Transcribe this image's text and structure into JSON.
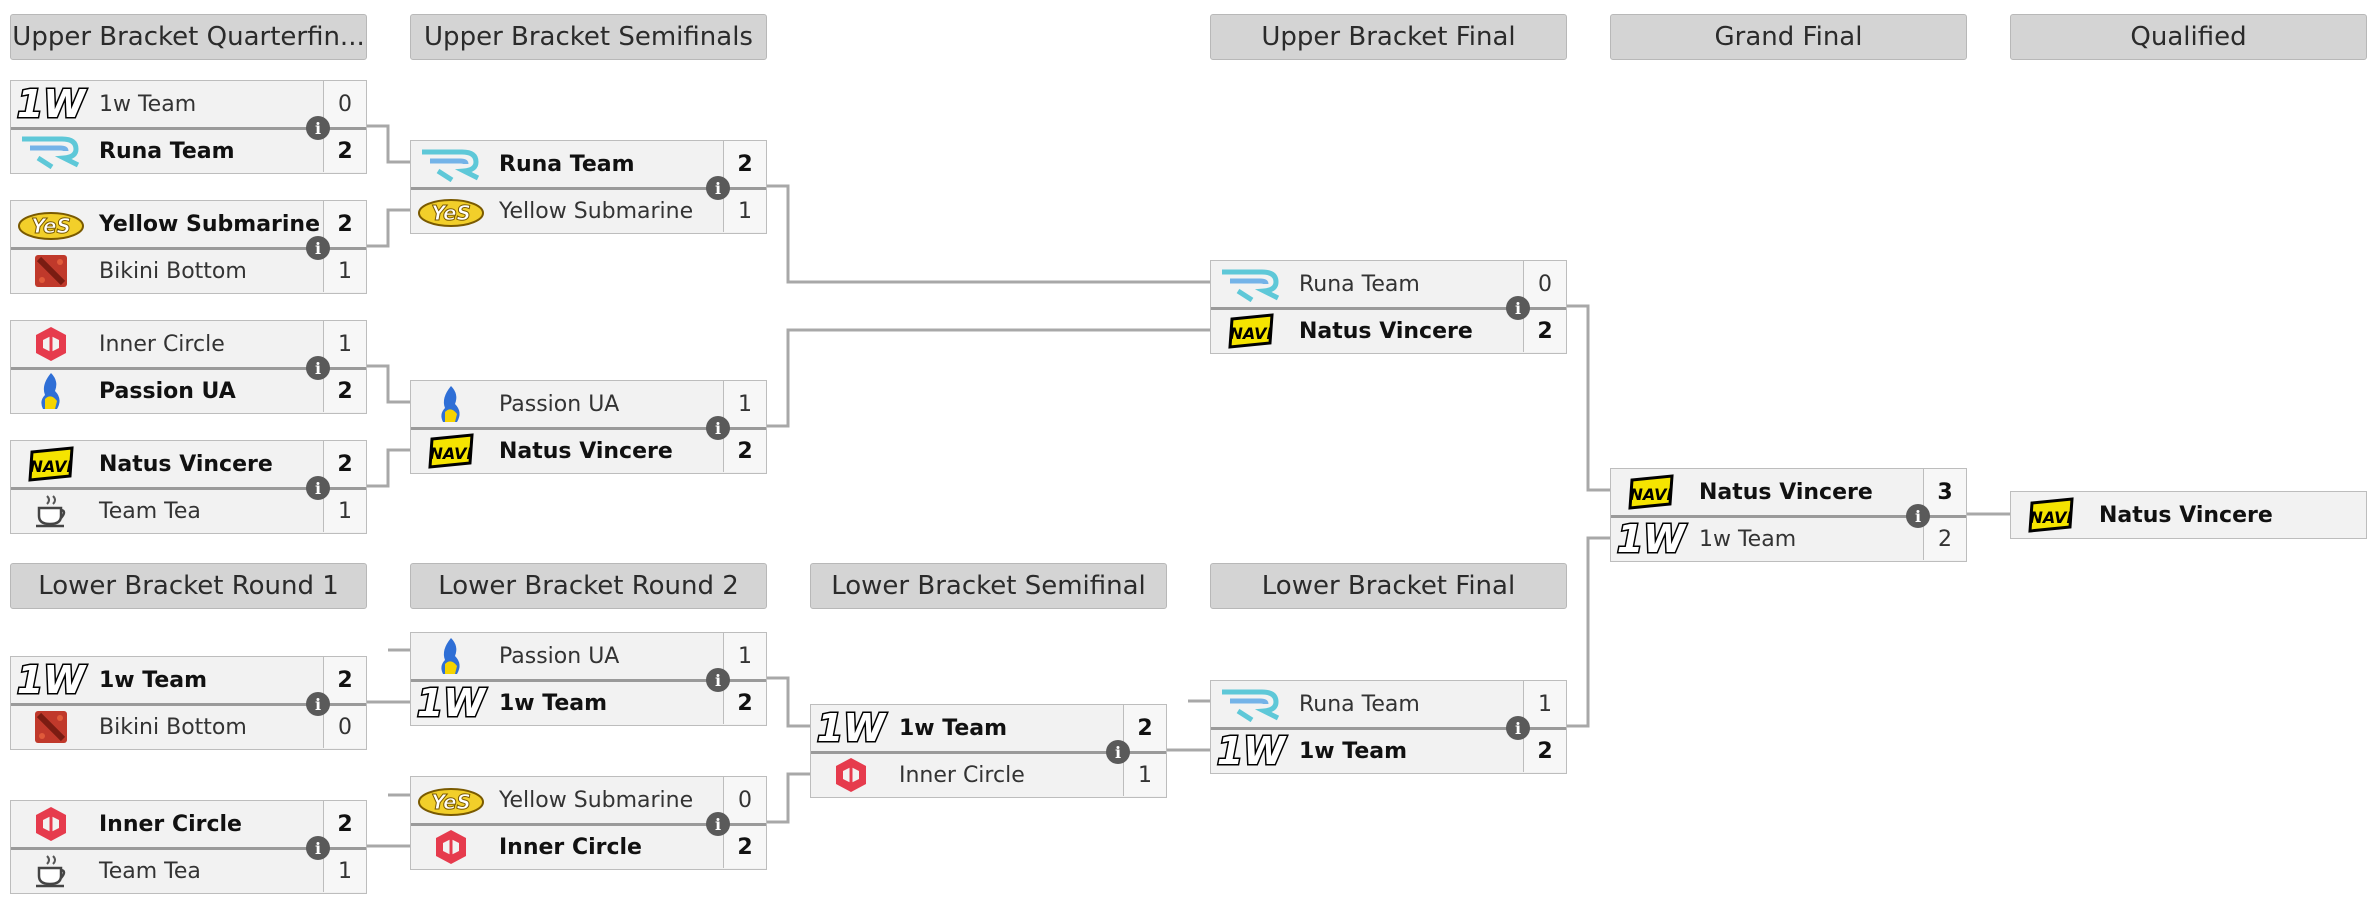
{
  "headers": {
    "ubq": "Upper Bracket Quarterfin...",
    "ubs": "Upper Bracket Semifinals",
    "ubf": "Upper Bracket Final",
    "gf": "Grand Final",
    "q": "Qualified",
    "lb1": "Lower Bracket Round 1",
    "lb2": "Lower Bracket Round 2",
    "lbs": "Lower Bracket Semifinal",
    "lbf": "Lower Bracket Final"
  },
  "colors": {
    "navi": "#f5e400",
    "runa": "#5ec8d8",
    "ys": "#e8c200",
    "ic": "#e63b4d",
    "accent": "#5a5a5a"
  },
  "icons": [
    "1w-logo-icon",
    "runa-logo-icon",
    "yellow-submarine-logo-icon",
    "bikini-bottom-logo-icon",
    "inner-circle-logo-icon",
    "passion-ua-logo-icon",
    "navi-logo-icon",
    "team-tea-logo-icon",
    "info-icon"
  ],
  "info_glyph": "i",
  "matches": {
    "ubq1": {
      "t1": "1w Team",
      "s1": "0",
      "t2": "Runa Team",
      "s2": "2"
    },
    "ubq2": {
      "t1": "Yellow Submarine",
      "s1": "2",
      "t2": "Bikini Bottom",
      "s2": "1"
    },
    "ubq3": {
      "t1": "Inner Circle",
      "s1": "1",
      "t2": "Passion UA",
      "s2": "2"
    },
    "ubq4": {
      "t1": "Natus Vincere",
      "s1": "2",
      "t2": "Team Tea",
      "s2": "1"
    },
    "ubs1": {
      "t1": "Runa Team",
      "s1": "2",
      "t2": "Yellow Submarine",
      "s2": "1"
    },
    "ubs2": {
      "t1": "Passion UA",
      "s1": "1",
      "t2": "Natus Vincere",
      "s2": "2"
    },
    "ubf": {
      "t1": "Runa Team",
      "s1": "0",
      "t2": "Natus Vincere",
      "s2": "2"
    },
    "gf": {
      "t1": "Natus Vincere",
      "s1": "3",
      "t2": "1w Team",
      "s2": "2"
    },
    "q": {
      "t1": "Natus Vincere"
    },
    "lb1a": {
      "t1": "1w Team",
      "s1": "2",
      "t2": "Bikini Bottom",
      "s2": "0"
    },
    "lb1b": {
      "t1": "Inner Circle",
      "s1": "2",
      "t2": "Team Tea",
      "s2": "1"
    },
    "lb2a": {
      "t1": "Passion UA",
      "s1": "1",
      "t2": "1w Team",
      "s2": "2"
    },
    "lb2b": {
      "t1": "Yellow Submarine",
      "s1": "0",
      "t2": "Inner Circle",
      "s2": "2"
    },
    "lbs": {
      "t1": "1w Team",
      "s1": "2",
      "t2": "Inner Circle",
      "s2": "1"
    },
    "lbf": {
      "t1": "Runa Team",
      "s1": "1",
      "t2": "1w Team",
      "s2": "2"
    }
  }
}
